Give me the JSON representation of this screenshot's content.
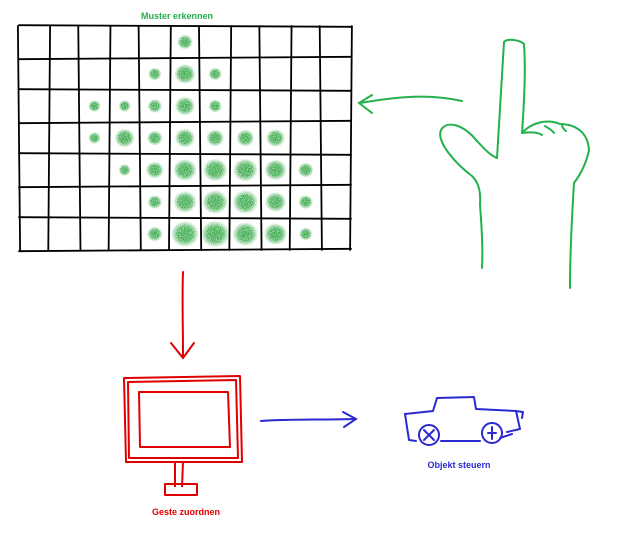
{
  "labels": {
    "recognize_pattern": "Muster erkennen",
    "assign_gesture": "Geste zuordnen",
    "control_object": "Objekt steuern"
  },
  "colors": {
    "grid": "#000000",
    "pattern": "#22a035",
    "hand": "#22b14c",
    "title": "#22b14c",
    "display": "#e00000",
    "object": "#2a2ad0"
  },
  "icons": {
    "hand": "pointing-hand-icon",
    "display": "monitor-icon",
    "object": "truck-icon"
  },
  "grid": {
    "rows": 7,
    "cols": 11
  }
}
